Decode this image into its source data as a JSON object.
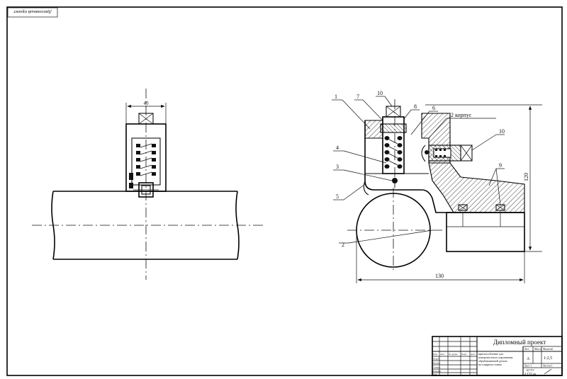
{
  "stamp": {
    "rotated_label": "Дипломный проект"
  },
  "left_view": {
    "dim_width": "40"
  },
  "right_view": {
    "callouts": [
      "1",
      "7",
      "10",
      "8",
      "6",
      "2 корпус",
      "4",
      "3",
      "5",
      "2",
      "10",
      "9"
    ],
    "dim_height": "120",
    "dim_width": "130"
  },
  "title_block": {
    "title": "Дипломный проект",
    "description_lines": [
      "приспособление для",
      "поверхностного упрочнения",
      "обрабатываемой детали",
      "на токарном станке"
    ],
    "row_labels": [
      "Изм.",
      "Лист",
      "№ докум.",
      "Подп.",
      "Дата"
    ],
    "left_labels": [
      "Разраб.",
      "Провер.",
      "Т.контр.",
      "",
      "Н.контр.",
      "Утв."
    ],
    "header_cells": [
      "Лит.",
      "Масса",
      "Масштаб"
    ],
    "scale": "1:2,5",
    "sheet_labels": [
      "Лист 1",
      "Листов 1"
    ],
    "org_lines": [
      "АГТУ",
      "4 ТТТ.ап"
    ],
    "corner_mark": "А"
  }
}
